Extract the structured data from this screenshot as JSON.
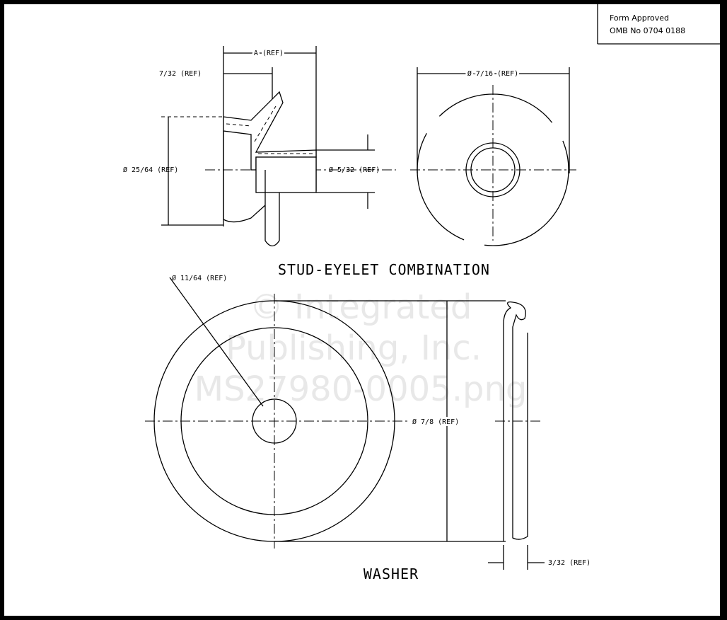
{
  "form_box": {
    "line1": "Form Approved",
    "line2": "OMB No 0704 0188"
  },
  "watermark": {
    "line1": "© Integrated",
    "line2": "Publishing, Inc.",
    "line3": "MS27980-0005.png"
  },
  "stud_eyelet": {
    "title": "STUD-EYELET COMBINATION",
    "dim_a": "A (REF)",
    "dim_7_32": "7/32 (REF)",
    "dim_25_64": "Ø 25/64 (REF)",
    "dim_5_32": "Ø 5/32 (REF)",
    "dim_front": "Ø 7/16 (REF)"
  },
  "washer": {
    "title": "WASHER",
    "dim_hole": "Ø 11/64 (REF)",
    "dim_diameter": "Ø 7/8 (REF)",
    "dim_thickness": "3/32 (REF)"
  }
}
